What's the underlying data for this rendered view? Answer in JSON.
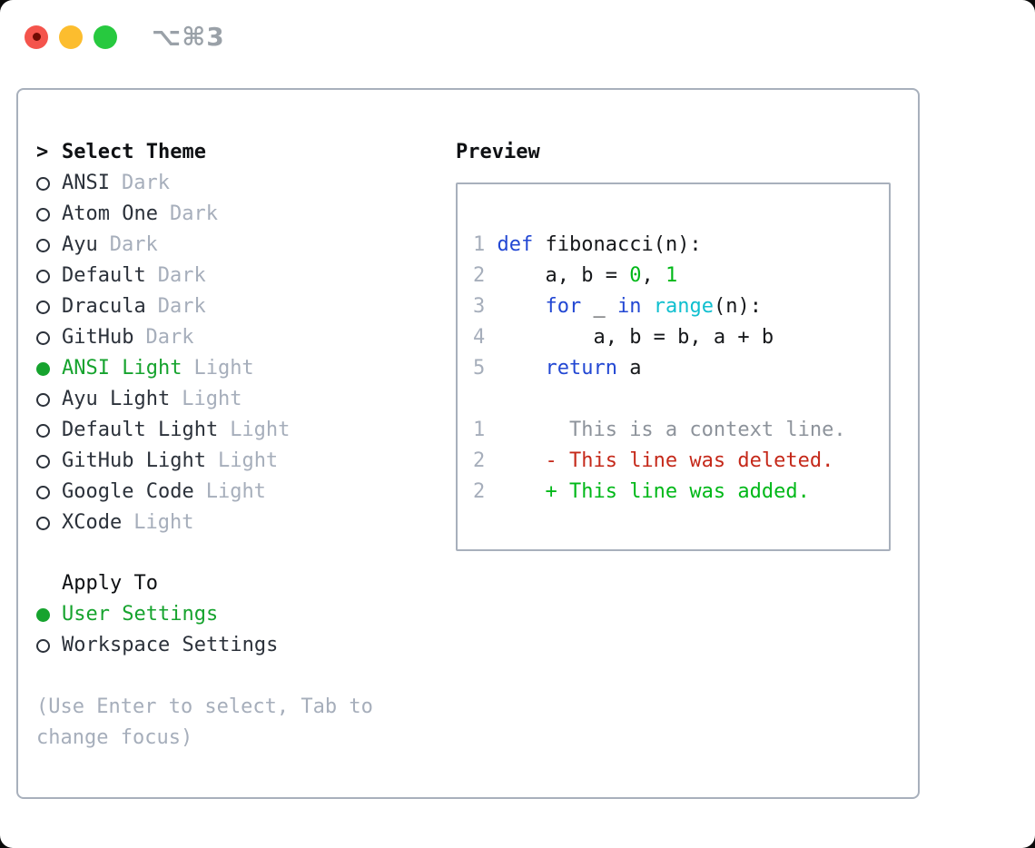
{
  "titlebar": {
    "hotkey": "⌥⌘3",
    "controls": [
      {
        "name": "close",
        "icon": "red-circle-with-dot"
      },
      {
        "name": "minimize",
        "icon": "yellow-circle"
      },
      {
        "name": "zoom",
        "icon": "green-circle"
      }
    ]
  },
  "theme_panel": {
    "header_prefix": ">",
    "header": "Select Theme",
    "items": [
      {
        "name": "ANSI",
        "variant": "Dark",
        "selected": false
      },
      {
        "name": "Atom One",
        "variant": "Dark",
        "selected": false
      },
      {
        "name": "Ayu",
        "variant": "Dark",
        "selected": false
      },
      {
        "name": "Default",
        "variant": "Dark",
        "selected": false
      },
      {
        "name": "Dracula",
        "variant": "Dark",
        "selected": false
      },
      {
        "name": "GitHub",
        "variant": "Dark",
        "selected": false
      },
      {
        "name": "ANSI Light",
        "variant": "Light",
        "selected": true
      },
      {
        "name": "Ayu Light",
        "variant": "Light",
        "selected": false
      },
      {
        "name": "Default Light",
        "variant": "Light",
        "selected": false
      },
      {
        "name": "GitHub Light",
        "variant": "Light",
        "selected": false
      },
      {
        "name": "Google Code",
        "variant": "Light",
        "selected": false
      },
      {
        "name": "XCode",
        "variant": "Light",
        "selected": false
      }
    ]
  },
  "apply_panel": {
    "header": "Apply To",
    "options": [
      {
        "label": "User Settings",
        "selected": true
      },
      {
        "label": "Workspace Settings",
        "selected": false
      }
    ]
  },
  "footer": {
    "lines": [
      "(Use Enter to select, Tab to",
      "change focus)"
    ]
  },
  "preview": {
    "title": "Preview",
    "code_lines": [
      {
        "tokens": [
          {
            "t": "1 ",
            "c": "num"
          },
          {
            "t": "def",
            "c": "kw"
          },
          {
            "t": " fibonacci(n):",
            "c": "pl"
          }
        ]
      },
      {
        "tokens": [
          {
            "t": "2 ",
            "c": "num"
          },
          {
            "t": "    a, b = ",
            "c": "pl"
          },
          {
            "t": "0",
            "c": "lit"
          },
          {
            "t": ", ",
            "c": "pl"
          },
          {
            "t": "1",
            "c": "lit"
          }
        ]
      },
      {
        "tokens": [
          {
            "t": "3 ",
            "c": "num"
          },
          {
            "t": "    ",
            "c": "pl"
          },
          {
            "t": "for",
            "c": "kw"
          },
          {
            "t": " _ ",
            "c": "pl"
          },
          {
            "t": "in",
            "c": "kw"
          },
          {
            "t": " ",
            "c": "pl"
          },
          {
            "t": "range",
            "c": "bi"
          },
          {
            "t": "(n):",
            "c": "pl"
          }
        ]
      },
      {
        "tokens": [
          {
            "t": "4 ",
            "c": "num"
          },
          {
            "t": "        a, b = b, a + b",
            "c": "pl"
          }
        ]
      },
      {
        "tokens": [
          {
            "t": "5 ",
            "c": "num"
          },
          {
            "t": "    ",
            "c": "pl"
          },
          {
            "t": "return",
            "c": "kw"
          },
          {
            "t": " a",
            "c": "pl"
          }
        ]
      },
      {
        "tokens": []
      },
      {
        "tokens": [
          {
            "t": "1",
            "c": "num"
          },
          {
            "t": "       This is a context line.",
            "c": "ctx"
          }
        ]
      },
      {
        "tokens": [
          {
            "t": "2",
            "c": "num"
          },
          {
            "t": "     - This line was deleted.",
            "c": "del"
          }
        ]
      },
      {
        "tokens": [
          {
            "t": "2",
            "c": "num"
          },
          {
            "t": "     + This line was added.",
            "c": "add"
          }
        ]
      }
    ]
  },
  "colors": {
    "selection_green": "#16a32e",
    "added_green": "#00b818",
    "deleted_red": "#c5291a",
    "keyword_blue": "#2247d3",
    "builtin_cyan": "#10bfcf",
    "muted_gray": "#a6aebb",
    "context_gray": "#8d939b",
    "border_gray": "#a8b0bc",
    "traffic_red": "#f4544c",
    "traffic_yellow": "#fcbd2e",
    "traffic_green": "#27c93f"
  }
}
